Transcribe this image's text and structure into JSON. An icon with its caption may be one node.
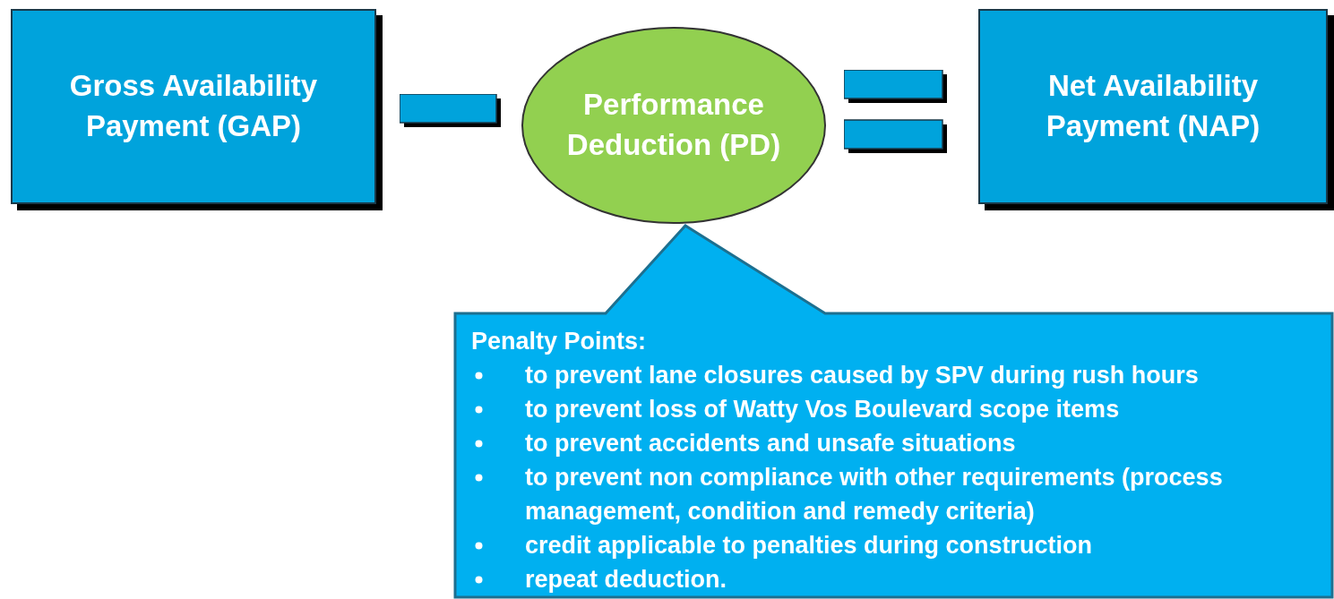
{
  "diagram": {
    "nodes": [
      {
        "text": [
          "Gross Availability Payment (GAP)"
        ]
      },
      {
        "text": [
          "Performance Deduction (PD)"
        ]
      },
      {
        "text": [
          "Net Availability Payment (NAP)"
        ]
      },
      {
        "text": [
          "Penalty Points:",
          "to prevent lane closures caused by SPV during rush hours",
          "to prevent loss of Watty Vos Boulevard scope items",
          "to prevent accidents and unsafe situations",
          "to prevent non compliance with other requirements (process management, condition and remedy criteria)",
          "credit applicable to penalties during construction",
          "repeat deduction."
        ]
      }
    ]
  }
}
